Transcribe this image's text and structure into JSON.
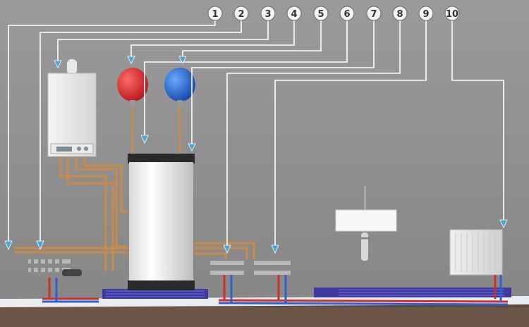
{
  "callouts": [
    {
      "label": "1"
    },
    {
      "label": "2"
    },
    {
      "label": "3"
    },
    {
      "label": "4"
    },
    {
      "label": "5"
    },
    {
      "label": "6"
    },
    {
      "label": "7"
    },
    {
      "label": "8"
    },
    {
      "label": "9"
    },
    {
      "label": "10"
    }
  ],
  "colors": {
    "wall": "#8e8e8e",
    "leader_line": "#ffffff",
    "arrow": "#4aa8d8",
    "hot_pipe": "#c8322a",
    "cold_pipe": "#2f5fd0",
    "copper": "#c98a4a",
    "floor_heating": "#3d3a9e",
    "red_tank": "#d8262b",
    "blue_tank": "#1f63d6"
  }
}
